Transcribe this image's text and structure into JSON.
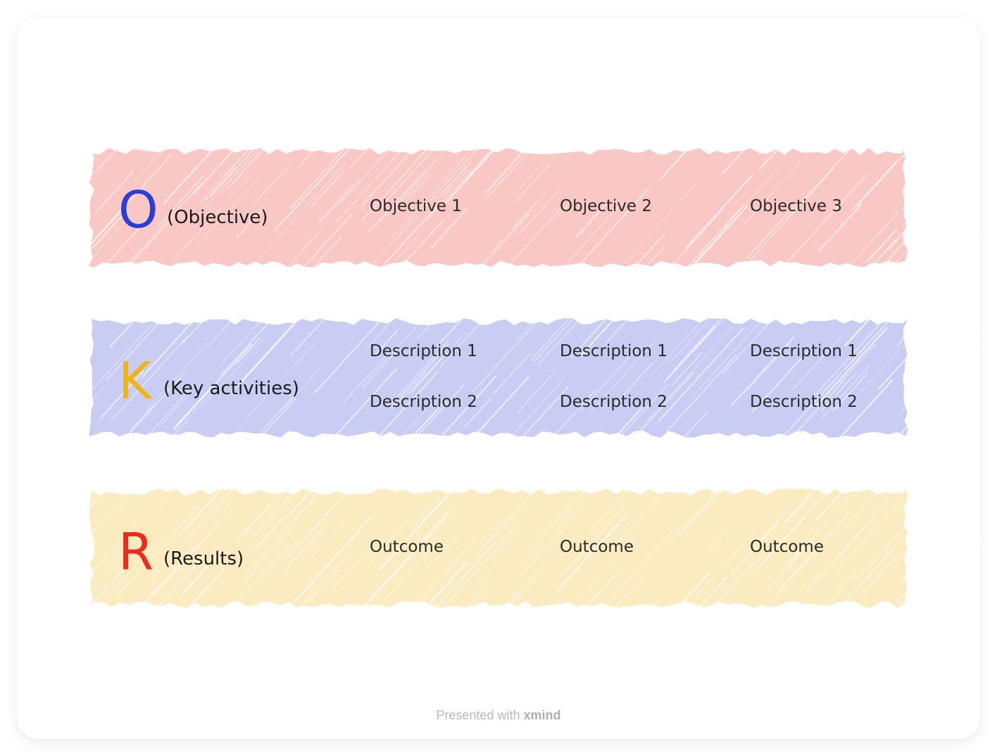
{
  "rows": [
    {
      "letter": "O",
      "letter_color": "#2b3fd8",
      "label": "(Objective)",
      "fill": "#f9c7c4",
      "columns": [
        [
          "Objective 1"
        ],
        [
          "Objective 2"
        ],
        [
          "Objective 3"
        ]
      ]
    },
    {
      "letter": "K",
      "letter_color": "#f2b50f",
      "label": "(Key activities)",
      "fill": "#c9ccf3",
      "columns": [
        [
          "Description 1",
          "Description 2"
        ],
        [
          "Description 1",
          "Description 2"
        ],
        [
          "Description 1",
          "Description 2"
        ]
      ]
    },
    {
      "letter": "R",
      "letter_color": "#ee2a1b",
      "label": "(Results)",
      "fill": "#faecc0",
      "columns": [
        [
          "Outcome"
        ],
        [
          "Outcome"
        ],
        [
          "Outcome"
        ]
      ]
    }
  ],
  "footer": {
    "prefix": "Presented with",
    "brand": "xmind"
  }
}
